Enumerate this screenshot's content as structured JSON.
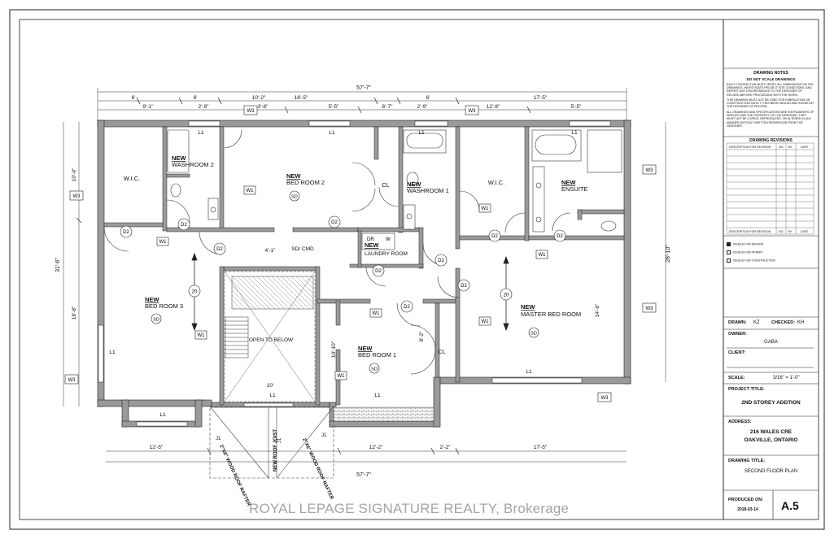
{
  "overall": {
    "top_total": "57'-7\"",
    "bottom_total": "57'-7\"",
    "left_total": "31'-6\"",
    "right_total": "28'-10\""
  },
  "top_dims_row1": [
    "6'",
    "6'",
    "10'-2\"",
    "16'-5\"",
    "6'",
    "17'-5\""
  ],
  "top_dims_row2": [
    "9'-1\"",
    "2'-9\"",
    "3'-8\"",
    "5'-5\"",
    "6'-7\"",
    "2'-9\"",
    "12'-8\"",
    "5'-5\""
  ],
  "left_dims": [
    "10'-9\"",
    "18'-8\""
  ],
  "bottom_dims": [
    "12'-5\"",
    "12'-2\"",
    "2'-2\"",
    "17'-5\""
  ],
  "interior_dims": {
    "sd_width": "4'-1\"",
    "open_width": "10'",
    "bed1_h": "10'-10\"",
    "cl_h": "8'-2\"",
    "master_h": "14'-6\""
  },
  "rooms": [
    {
      "new": "",
      "name": "W.I.C."
    },
    {
      "new": "NEW",
      "name": "WASHROOM 2"
    },
    {
      "new": "NEW",
      "name": "BED ROOM 2"
    },
    {
      "new": "",
      "name": "CL"
    },
    {
      "new": "NEW",
      "name": "WASHROOM 1"
    },
    {
      "new": "",
      "name": "W.I.C."
    },
    {
      "new": "NEW",
      "name": "ENSUITE"
    },
    {
      "new": "NEW",
      "name": "LAUNDRY ROOM"
    },
    {
      "new": "",
      "name": "SD/ CMD"
    },
    {
      "new": "NEW",
      "name": "BED ROOM 3"
    },
    {
      "new": "",
      "name": "OPEN TO BELOW"
    },
    {
      "new": "NEW",
      "name": "BED ROOM 1"
    },
    {
      "new": "",
      "name": "CL"
    },
    {
      "new": "NEW",
      "name": "MASTER BED ROOM"
    }
  ],
  "tags": {
    "sd": "SD",
    "dr": "DR",
    "w": "W",
    "d2": "D2",
    "w1": "W1",
    "w3": "W3",
    "l1": "L1",
    "j1": "J1",
    "twenty": "20"
  },
  "roof_labels": {
    "wood_rafter": "2\"X6\" WOOD ROOF RAFTER",
    "joist": "NEW ROOF JOIST"
  },
  "title_block": {
    "notes_title": "DRAWING NOTES",
    "do_not_scale": "DO NOT SCALE DRAWINGS",
    "note1": "EACH CONTRACTOR MUST VERIFY ALL DIMENSIONS ON THE DRAWINGS, INVESTIGATE PROJECT SITE CONDITIONS, AND REPORT ANY DISCREPANCIES TO THE DESIGNER OF RECORD BEFORE PROCEEDING WITH THE WORK.",
    "note2": "THIS DRAWING MUST NOT BE USED FOR FABRICATION OR CONSTRUCTION UNTIL IT HAS BEEN SEALED AND SIGNED BY THE DESIGNER OF RECORD.",
    "note3": "ALL DRAWINGS AND SPECIFICATIONS ARE INSTRUMENTS OF SERVICE AND THE PROPERTY OF THE DESIGNER. THEY MUST NOT BE COPIED, REPRODUCED, OR ALTERED IN ANY MANNER WITHOUT WRITTEN PERMISSION FROM THE DESIGNER.",
    "revisions_title": "DRAWING REVISIONS",
    "rev_col_desc": "DESCRIPTION FOR REVISION",
    "rev_col_no": "NO.",
    "rev_col_by": "BY",
    "rev_col_date": "DATE",
    "issued_review": "ISSUED FOR REVIEW",
    "issued_permit": "ISSUED FOR PERMIT",
    "issued_construction": "ISSUED FOR CONSTRUCTION",
    "drawn_label": "DRAWN:",
    "drawn_value": "KZ",
    "checked_label": "CHECKED:",
    "checked_value": "KH",
    "owner_label": "OWNER:",
    "owner_value": "GABA",
    "client_label": "CLIENT:",
    "scale_label": "SCALE:",
    "scale_value": "3/16\" = 1'-0\"",
    "project_label": "PROJECT TITLE:",
    "project_value": "2ND STOREY ADDTION",
    "address_label": "ADDRESS:",
    "address_line1": "216 WALES CRE",
    "address_line2": "OAKVILLE, ONTARIO",
    "drawing_label": "DRAWING TITLE:",
    "drawing_value": "SECOND FLOOR PLAN",
    "produced_label": "PRODUCED ON:",
    "produced_value": "2018-03-14",
    "sheet": "A.5"
  },
  "watermark": "ROYAL LEPAGE SIGNATURE REALTY, Brokerage"
}
